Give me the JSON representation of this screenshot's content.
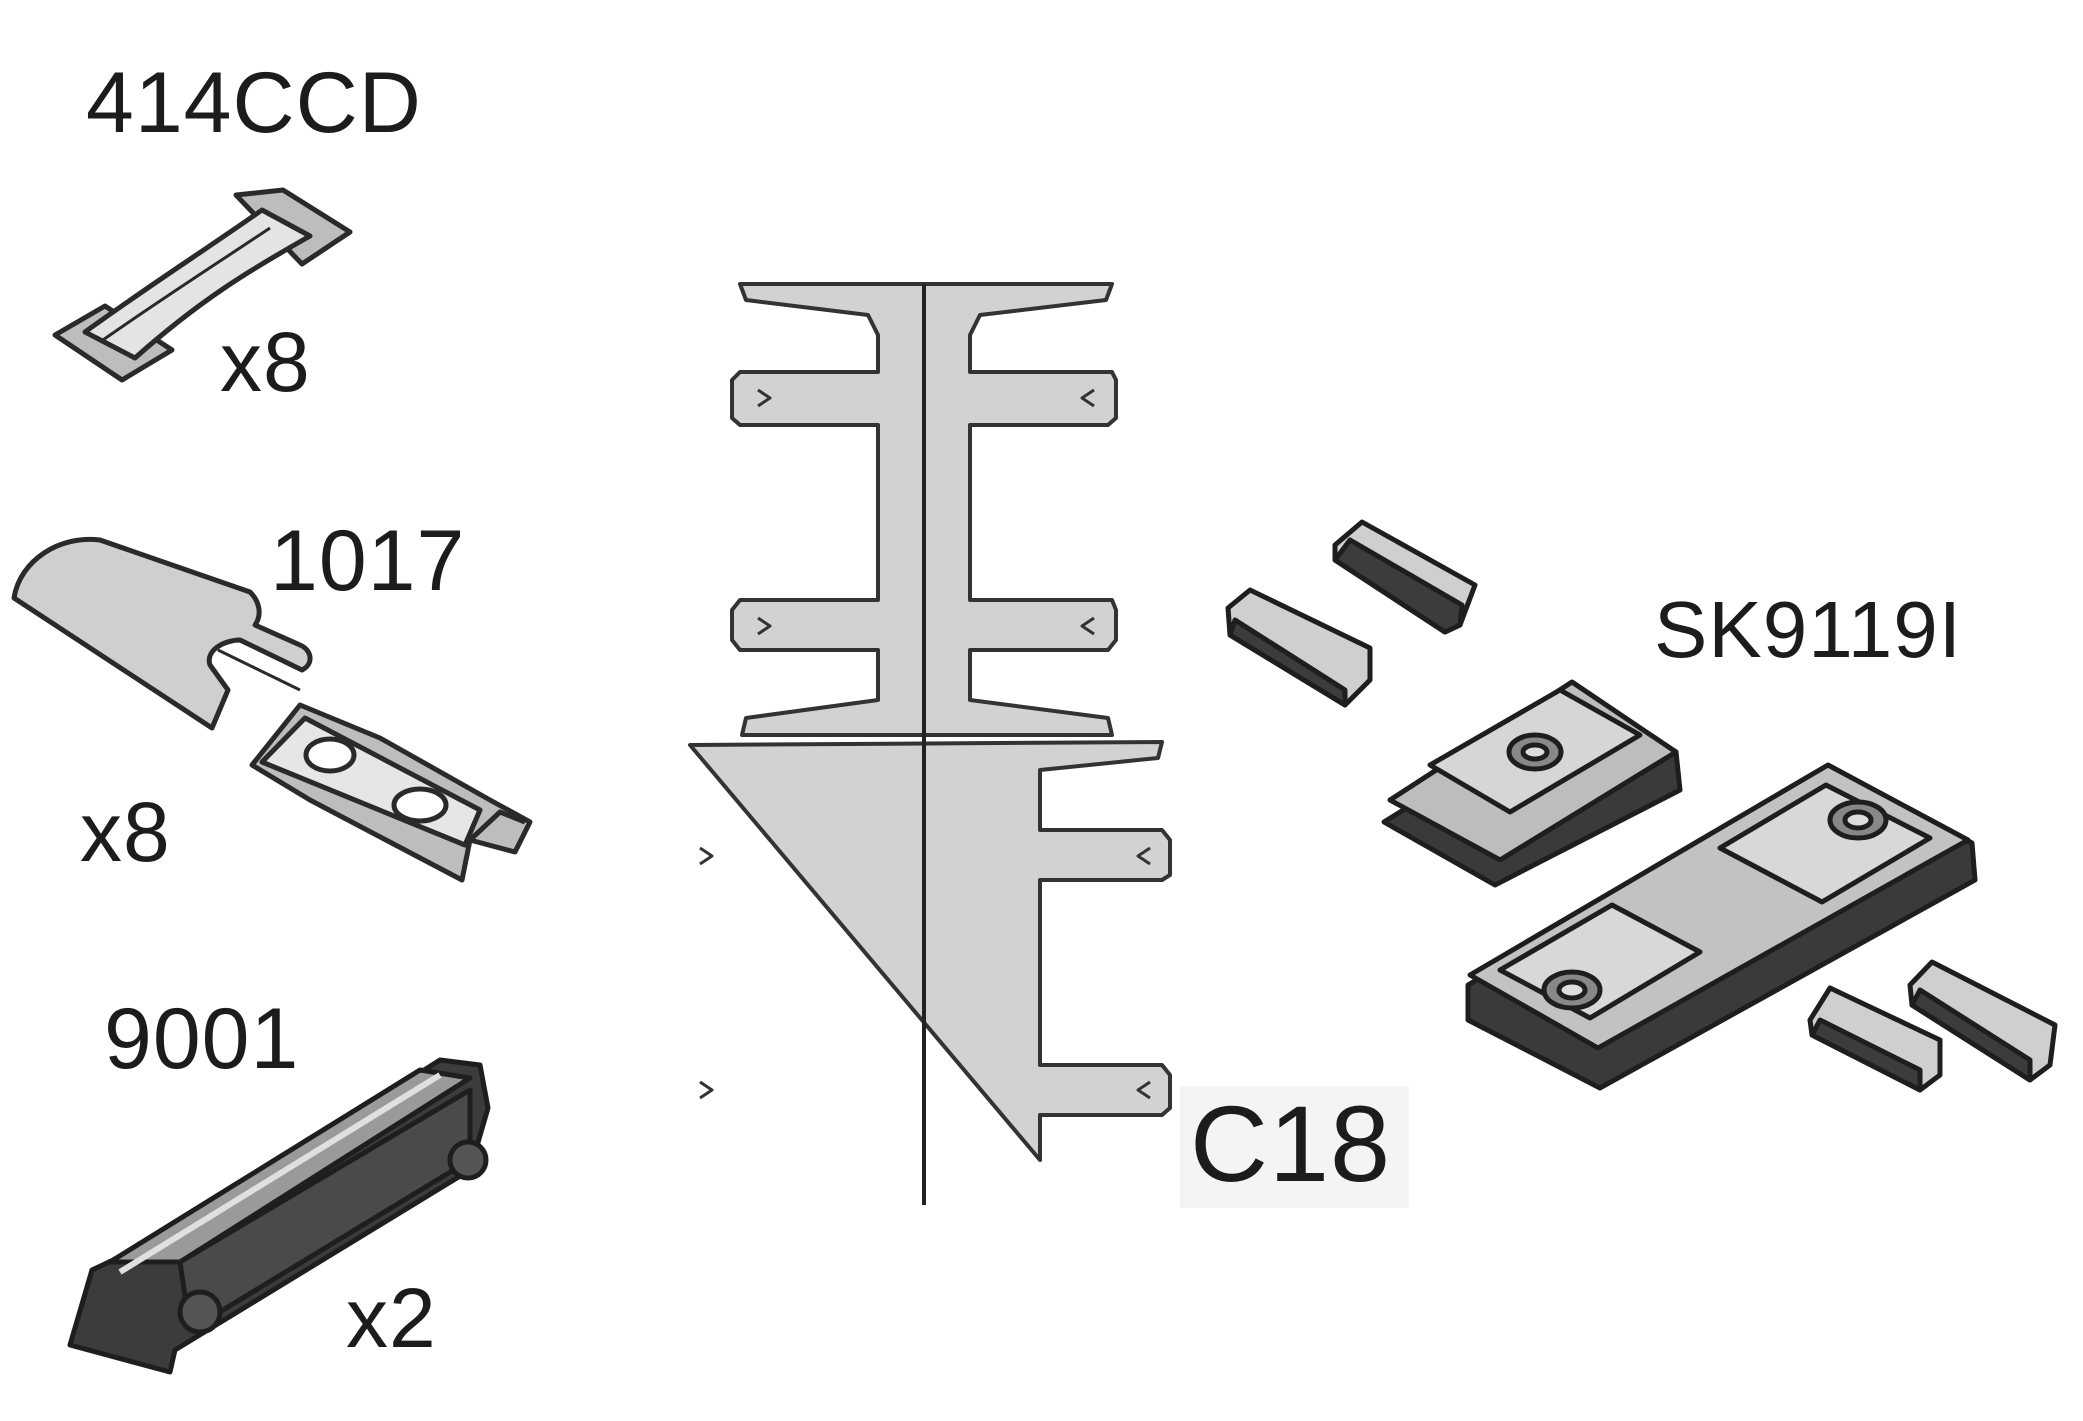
{
  "parts": [
    {
      "code": "414CCD",
      "qty": "x8"
    },
    {
      "code": "1017",
      "qty": "x8"
    },
    {
      "code": "9001",
      "qty": "x2"
    },
    {
      "code": "C18",
      "qty": ""
    },
    {
      "code": "SK9119I",
      "qty": ""
    }
  ],
  "colors": {
    "part_fill": "#d2d2d2",
    "part_dark": "#3a3a3a",
    "outline": "#2a2a2a",
    "label": "#1c1c1c"
  }
}
